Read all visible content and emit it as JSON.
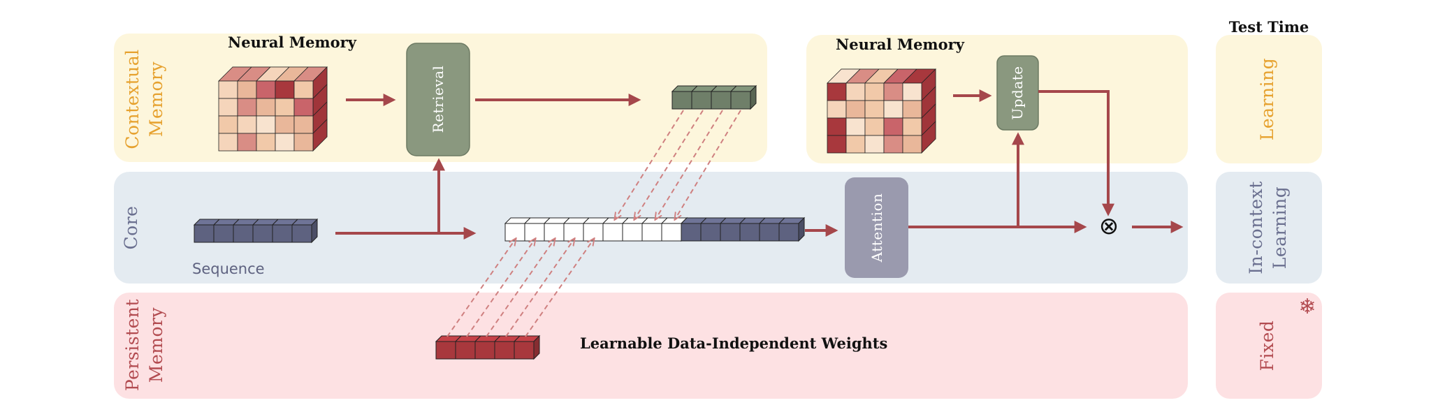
{
  "header": {
    "test_time": "Test Time"
  },
  "rows": {
    "contextual": {
      "label_line1": "Contextual",
      "label_line2": "Memory",
      "mode": "Learning"
    },
    "core": {
      "label": "Core",
      "mode_line1": "In-context",
      "mode_line2": "Learning"
    },
    "persistent": {
      "label_line1": "Persistent",
      "label_line2": "Memory",
      "mode": "Fixed"
    }
  },
  "blocks": {
    "neural_memory_left": "Neural Memory",
    "neural_memory_right": "Neural Memory",
    "retrieval": "Retrieval",
    "update": "Update",
    "attention": "Attention",
    "sequence": "Sequence",
    "persistent_weights": "Learnable Data-Independent Weights",
    "multiply_symbol": "⊗",
    "snowflake_icon": "❄"
  },
  "colors": {
    "contextual_bg": "#fdf6dc",
    "core_bg": "#e4ebf1",
    "persistent_bg": "#fde1e3",
    "contextual_text": "#e6a12e",
    "core_text": "#6a6f8f",
    "persistent_text": "#b24b50",
    "retrieval_box": "#8a987f",
    "update_box": "#8a987f",
    "attention_box": "#9a9aae",
    "arrow": "#a5474b",
    "token_dark": "#5e6280",
    "token_green": "#6f7f69",
    "token_red": "#a8383d"
  }
}
